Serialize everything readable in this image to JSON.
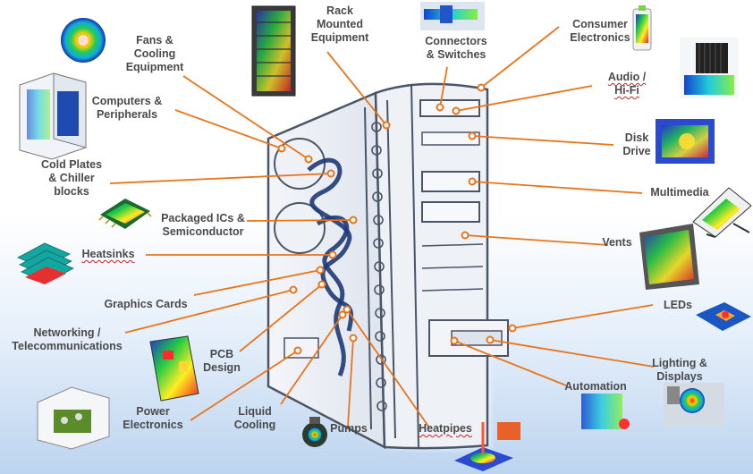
{
  "colors": {
    "leader": "#e8751a",
    "label_text": "#4a4a4a",
    "case_frame": "#4a5568",
    "tube": "#1e3a78",
    "background_bottom": "#bcd4ef"
  },
  "labels": {
    "fans": "Fans &\nCooling\nEquipment",
    "rack": "Rack\nMounted\nEquipment",
    "connectors": "Connectors\n& Switches",
    "consumer": "Consumer\nElectronics",
    "computers": "Computers &\nPeripherals",
    "audio": "Audio /\nHi-Fi",
    "disk": "Disk\nDrive",
    "cold_plates": "Cold Plates\n& Chiller\nblocks",
    "multimedia": "Multimedia",
    "packaged": "Packaged ICs &\nSemiconductor",
    "vents": "Vents",
    "heatsinks": "Heatsinks",
    "graphics": "Graphics Cards",
    "leds": "LEDs",
    "networking": "Networking /\nTelecommunications",
    "pcb": "PCB\nDesign",
    "lighting": "Lighting &\nDisplays",
    "automation": "Automation",
    "power": "Power\nElectronics",
    "liquid": "Liquid\nCooling",
    "pumps": "Pumps",
    "heatpipes": "Heatpipes"
  },
  "icons": {
    "fan": "fan-icon",
    "rack": "server-rack-icon",
    "connector": "connector-switch-icon",
    "phone": "mobile-phone-icon",
    "tower": "computer-tower-icon",
    "speaker": "speaker-icon",
    "disk": "disk-drive-icon",
    "cold_plate": "cold-plate-icon",
    "projector": "projector-icon",
    "chip": "ic-chip-icon",
    "display": "display-panel-icon",
    "heatsink": "heatsink-icon",
    "led": "led-icon",
    "pcb": "pcb-board-icon",
    "lamp": "lamp-icon",
    "automation": "automation-unit-icon",
    "power_box": "power-supply-icon",
    "pump": "pump-icon",
    "heatpipe": "heatpipe-icon"
  }
}
